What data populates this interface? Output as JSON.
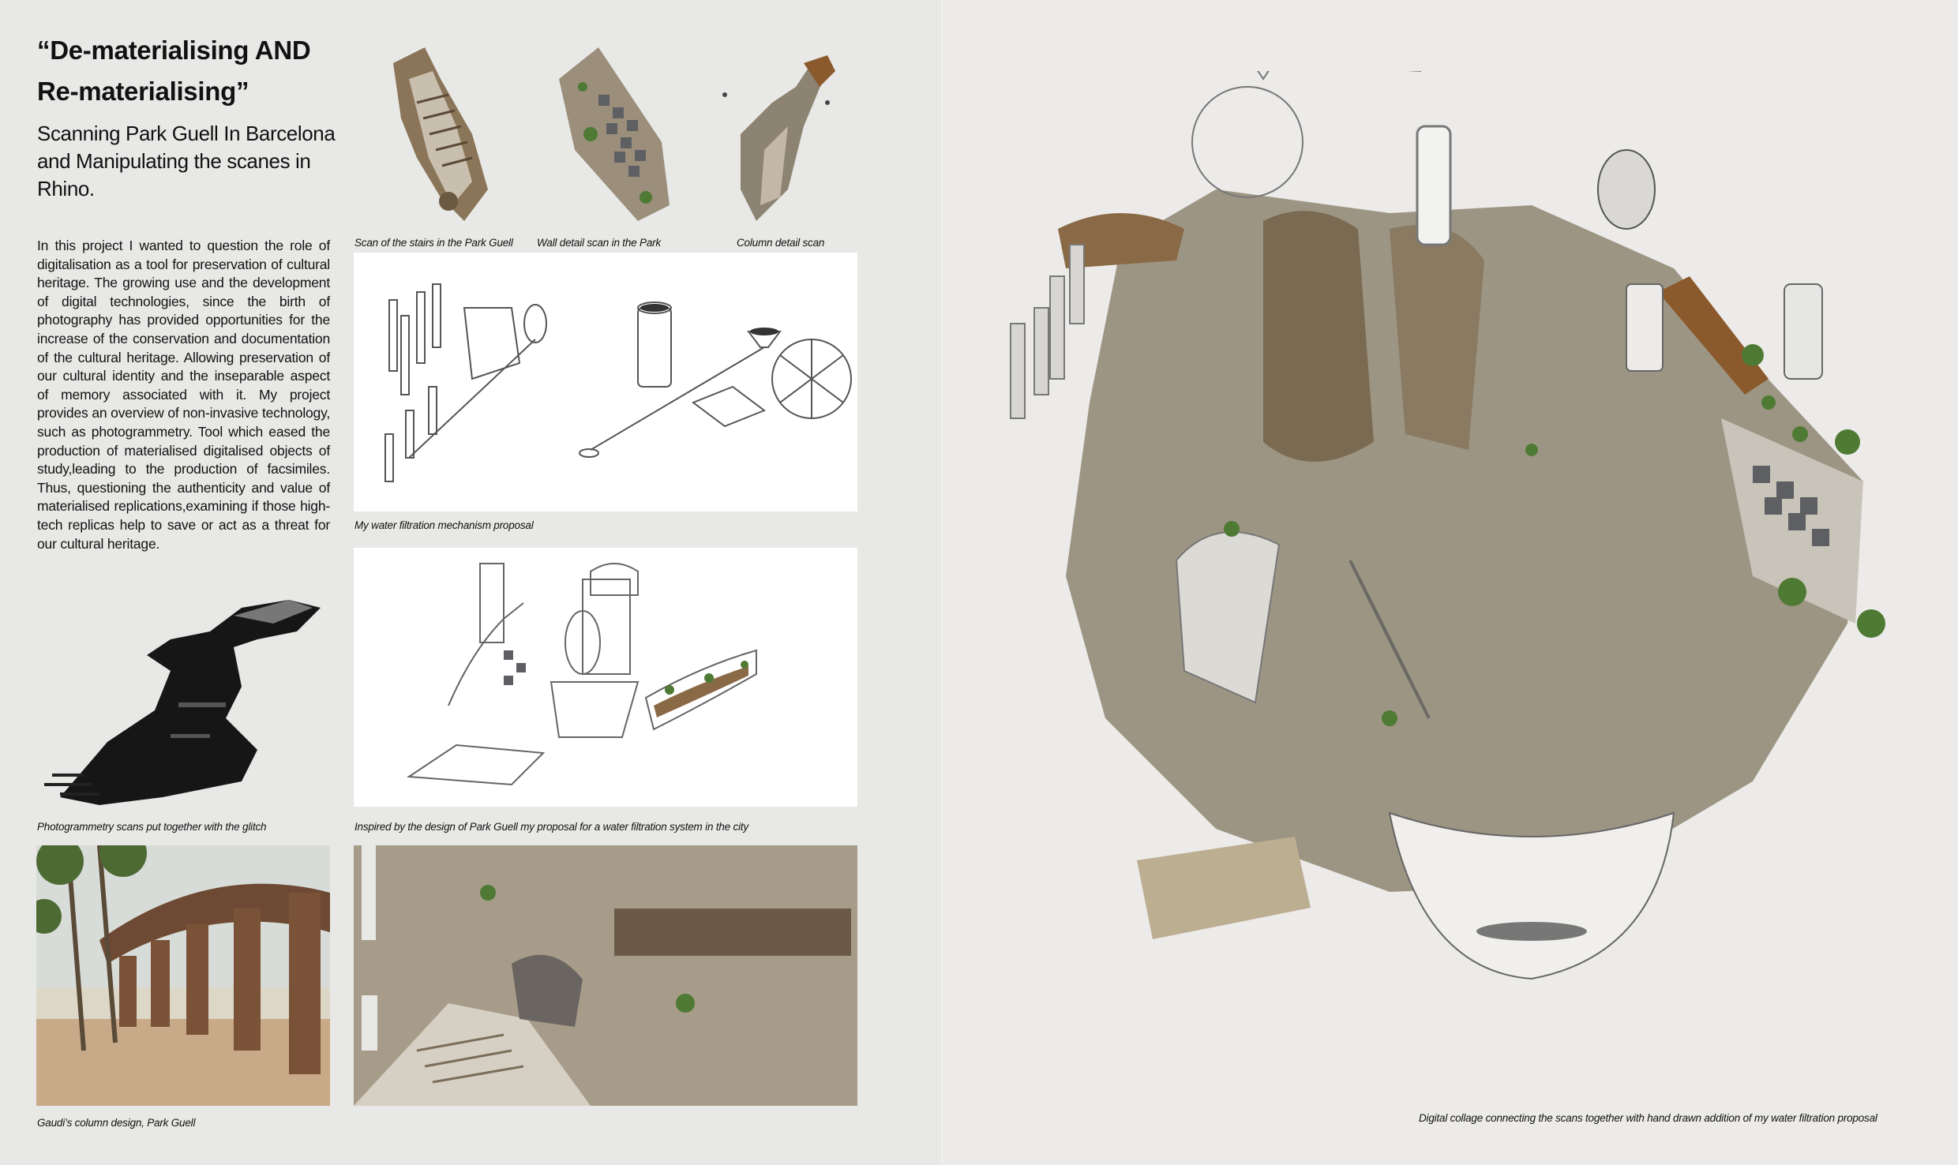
{
  "title": "“De-materialising AND Re-materialising”",
  "subtitle": "Scanning Park Guell In Barcelona and Manipulating the scanes in Rhino.",
  "body": "In this project I wanted to question the role of digitalisation as a tool for preservation of cultural heritage. The growing use and the development of digital technologies, since the birth of photography has provided opportunities for the increase of the conservation and documentation of the cultural heritage. Allowing preservation of our cultural identity and the inseparable aspect of memory associated with it. My project provides an overview of non-invasive technology, such as photogrammetry. Tool which eased the production of materialised digitalised objects of study,leading to the production of facsimiles. Thus, questioning the authenticity and value of materialised replications,examining if those high-tech replicas help to save or act as a threat for our cultural heritage.",
  "captions": {
    "stairs_scan": "Scan of the stairs in the Park Guell",
    "wall_scan": "Wall detail scan in the Park",
    "column_scan": "Column detail scan",
    "filtration_mechanism": "My water filtration mechanism proposal",
    "photogrammetry_glitch": "Photogrammetry scans put together with the glitch",
    "filtration_system": "Inspired by the design of Park Guell my proposal for a water filtration system in the city",
    "gaudi_columns": "Gaudi’s column design, Park Guell",
    "digital_collage": "Digital collage connecting the scans together with hand drawn addition of my water filtration proposal"
  },
  "colors": {
    "page_bg": "#e8e8e6",
    "scan_brown": "#8a6a46",
    "scan_stone": "#9b9384",
    "foliage": "#4f7a34",
    "text": "#111111"
  }
}
